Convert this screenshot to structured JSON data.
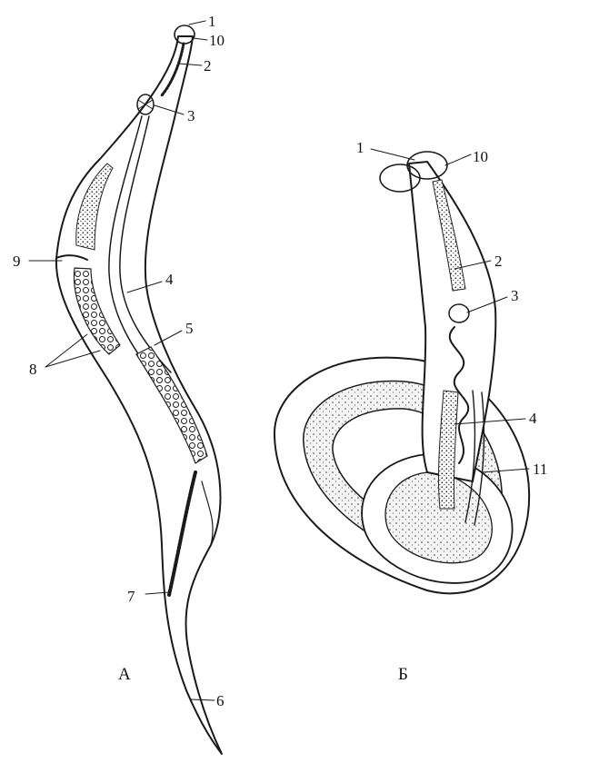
{
  "figure": {
    "panel_a": {
      "caption": "А",
      "labels": [
        "1",
        "10",
        "2",
        "3",
        "9",
        "4",
        "5",
        "8",
        "7",
        "6"
      ]
    },
    "panel_b": {
      "caption": "Б",
      "labels": [
        "1",
        "10",
        "2",
        "3",
        "4",
        "11"
      ]
    }
  }
}
